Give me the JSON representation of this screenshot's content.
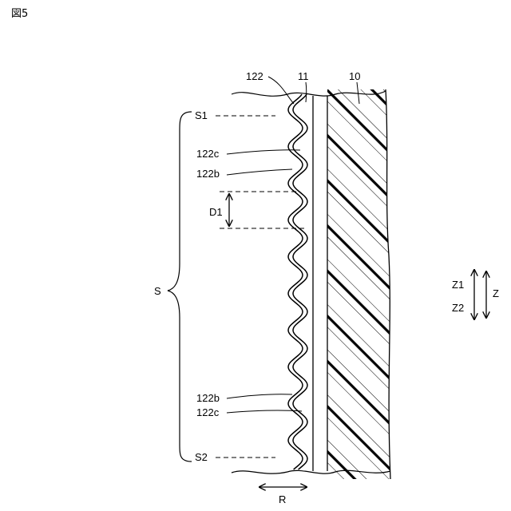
{
  "figure": {
    "title": "図5",
    "labels": {
      "body": "10",
      "layer": "11",
      "wave": "122",
      "wave_top": "122c",
      "wave_bottom": "122b",
      "s1": "S1",
      "s2": "S2",
      "s": "S",
      "d1": "D1",
      "r": "R",
      "z": "Z",
      "z1": "Z1",
      "z2": "Z2"
    },
    "callouts_top": {
      "c": "122c",
      "b": "122b"
    },
    "callouts_bottom": {
      "b": "122b",
      "c": "122c"
    }
  }
}
